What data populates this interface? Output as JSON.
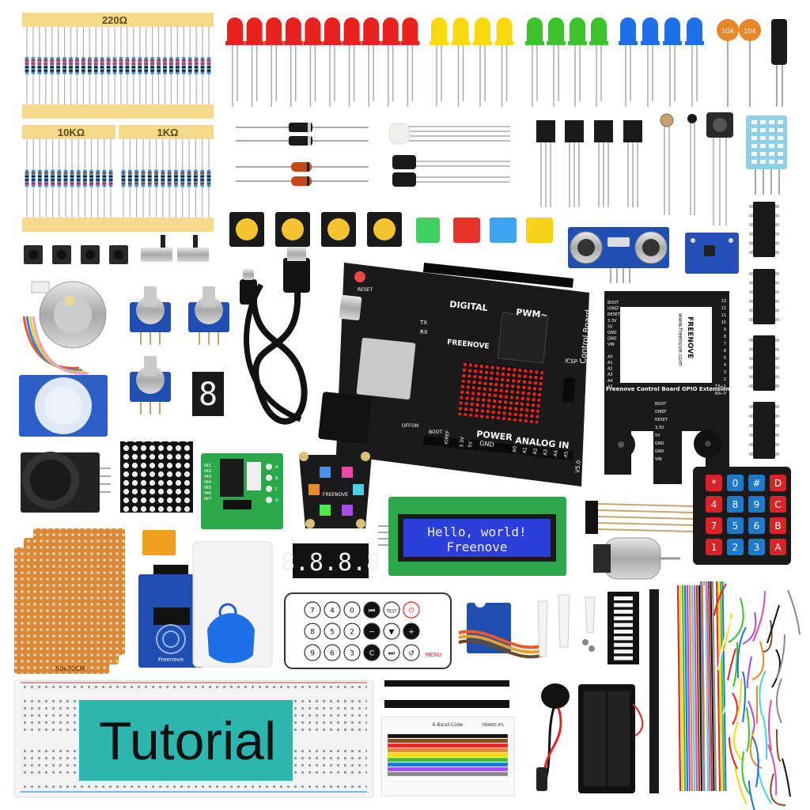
{
  "resistor_labels": {
    "r220": "220Ω",
    "r10k": "10KΩ",
    "r1k": "1KΩ"
  },
  "capacitor_labels": [
    "104",
    "104"
  ],
  "board": {
    "brand": "FREENOVE",
    "title": "Control Board",
    "digital": "DIGITAL",
    "pwm": "PWM~",
    "power": "POWER",
    "analog": "ANALOG IN",
    "gnd": "GND",
    "reset": "RESET",
    "icsp": "ICSP",
    "tx": "TX",
    "rx": "RX",
    "v5": "5V",
    "off": "OFF",
    "on": "ON",
    "boot": "BOOT",
    "ioref": "IOREF",
    "v33": "3.3V",
    "v50": "V5.0",
    "a_pins": [
      "A0",
      "A1",
      "A2",
      "A3",
      "A4",
      "A5"
    ]
  },
  "extension": {
    "brand": "FREENOVE",
    "url": "www.freenove.com",
    "caption": "Freenove Control Board GPIO Extension",
    "left_pins": [
      "BOOT",
      "IOREF",
      "RESET",
      "3.3V",
      "5V",
      "GND",
      "GND",
      "VIN",
      "",
      "A0",
      "A1",
      "A2",
      "A3",
      "A4",
      "A5"
    ],
    "right_pins": [
      "13",
      "12",
      "11",
      "10",
      "9",
      "8",
      "7",
      "6",
      "5",
      "4",
      "3",
      "2",
      "TX→1",
      "RX←0"
    ],
    "bottom_pins": [
      "BOOT",
      "IOREF",
      "RESET",
      "3.3V",
      "5V",
      "GND",
      "GND",
      "VIN"
    ]
  },
  "seven_segment_digit": "8",
  "four_digit_display": "8.8.8.8",
  "lcd": {
    "line1": "Hello, world!",
    "line2": "Freenove"
  },
  "keypad": {
    "keys": [
      "*",
      "4",
      "7",
      "1",
      "0",
      "8",
      "5",
      "2",
      "#",
      "9",
      "6",
      "3",
      "D",
      "C",
      "B",
      "A"
    ]
  },
  "remote": {
    "rows": [
      [
        "7",
        "4",
        "0",
        "⏮",
        "TEST",
        "⏻"
      ],
      [
        "8",
        "5",
        "2",
        "−",
        "▼",
        "+"
      ],
      [
        "9",
        "6",
        "3",
        "C",
        "⏭",
        "↺"
      ]
    ],
    "menu": "MENU"
  },
  "driver_board": {
    "labels": [
      "IN1",
      "IN2",
      "IN3",
      "IN4",
      "IN5",
      "IN6",
      "IN7"
    ],
    "leds": [
      "A",
      "B",
      "C",
      "D"
    ]
  },
  "rfid": {
    "brand": "Freenove"
  },
  "rgb_module": {
    "brand": "FREENOVE"
  },
  "perfboard_label": "50x70CM",
  "resistor_card": {
    "title": "6-Band-Code",
    "subtitle": "5BAND 4%"
  },
  "tutorial": "Tutorial",
  "colors": {
    "led_red": "#e8231f",
    "led_yellow": "#f6d90f",
    "led_green": "#3cc22c",
    "led_blue": "#1f6fe8",
    "board_black": "#1a1a1a",
    "lcd_blue": "#2c3fd8",
    "tutorial_teal": "#2bb6b0",
    "copper": "#d9893a",
    "keypad_blue": "#1f78c8",
    "keypad_red": "#d8232a"
  }
}
